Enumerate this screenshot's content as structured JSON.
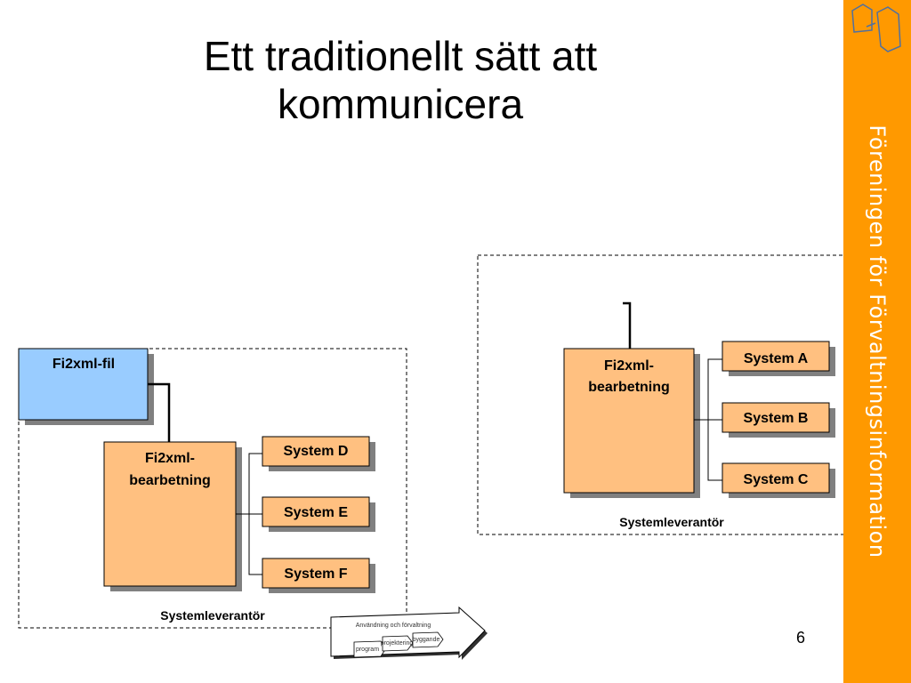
{
  "slide": {
    "title_line1": "Ett traditionellt sätt att",
    "title_line2": "kommunicera",
    "page_number": "6",
    "sidebar_text": "Föreningen för Förvaltningsinformation"
  },
  "colors": {
    "sidebar": "#FF9900",
    "file_box": "#99CCFF",
    "process_box": "#FFC080",
    "shadow": "#808080"
  },
  "left_group": {
    "file_label": "Fi2xml-fil",
    "processor_line1": "Fi2xml-",
    "processor_line2": "bearbetning",
    "systems": [
      "System D",
      "System E",
      "System F"
    ],
    "group_label": "Systemleverantör"
  },
  "right_group": {
    "processor_line1": "Fi2xml-",
    "processor_line2": "bearbetning",
    "systems": [
      "System A",
      "System B",
      "System C"
    ],
    "group_label": "Systemleverantör"
  },
  "process_arrow": {
    "top_label": "Användning och förvaltning",
    "steps": [
      "program",
      "projektering",
      "byggande"
    ]
  }
}
